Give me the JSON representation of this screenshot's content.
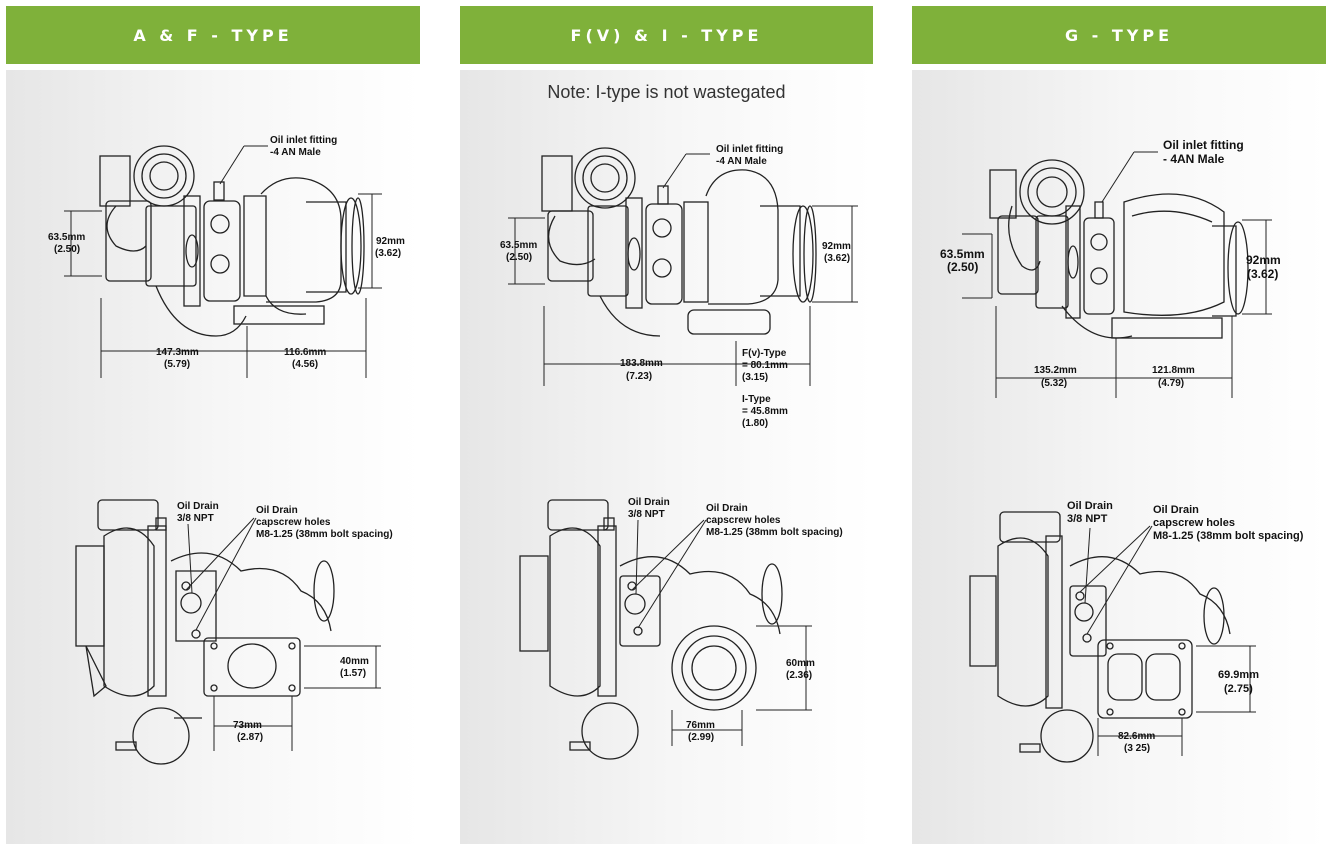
{
  "panels": [
    {
      "title": "A & F - TYPE",
      "top": {
        "oil_inlet_line1": "Oil inlet fitting",
        "oil_inlet_line2": "-4 AN Male",
        "left_dim_mm": "63.5mm",
        "left_dim_in": "(2.50)",
        "right_dim_mm": "92mm",
        "right_dim_in": "(3.62)",
        "bottom_left_mm": "147.3mm",
        "bottom_left_in": "(5.79)",
        "bottom_right_mm": "116.6mm",
        "bottom_right_in": "(4.56)"
      },
      "bottom": {
        "oil_drain_line1": "Oil Drain",
        "oil_drain_line2": "3/8 NPT",
        "caps_line1": "Oil Drain",
        "caps_line2": "capscrew holes",
        "caps_line3": "M8-1.25 (38mm bolt spacing)",
        "side_mm": "40mm",
        "side_in": "(1.57)",
        "bottom_mm": "73mm",
        "bottom_in": "(2.87)"
      }
    },
    {
      "title": "F(V) & I - TYPE",
      "note": "Note: I-type is not wastegated",
      "top": {
        "oil_inlet_line1": "Oil inlet fitting",
        "oil_inlet_line2": "-4 AN Male",
        "left_dim_mm": "63.5mm",
        "left_dim_in": "(2.50)",
        "right_dim_mm": "92mm",
        "right_dim_in": "(3.62)",
        "bottom_left_mm": "183.8mm",
        "bottom_left_in": "(7.23)",
        "fv_line1": "F(v)-Type",
        "fv_line2": "= 80.1mm",
        "fv_line3": "(3.15)",
        "i_line1": "I-Type",
        "i_line2": "= 45.8mm",
        "i_line3": "(1.80)"
      },
      "bottom": {
        "oil_drain_line1": "Oil Drain",
        "oil_drain_line2": "3/8 NPT",
        "caps_line1": "Oil Drain",
        "caps_line2": "capscrew holes",
        "caps_line3": "M8-1.25 (38mm bolt spacing)",
        "side_mm": "60mm",
        "side_in": "(2.36)",
        "bottom_mm": "76mm",
        "bottom_in": "(2.99)"
      }
    },
    {
      "title": "G - TYPE",
      "top": {
        "oil_inlet_line1": "Oil inlet fitting",
        "oil_inlet_line2": "- 4AN Male",
        "left_dim_mm": "63.5mm",
        "left_dim_in": "(2.50)",
        "right_dim_mm": "92mm",
        "right_dim_in": "(3.62)",
        "bottom_left_mm": "135.2mm",
        "bottom_left_in": "(5.32)",
        "bottom_right_mm": "121.8mm",
        "bottom_right_in": "(4.79)"
      },
      "bottom": {
        "oil_drain_line1": "Oil Drain",
        "oil_drain_line2": "3/8 NPT",
        "caps_line1": "Oil Drain",
        "caps_line2": "capscrew holes",
        "caps_line3": "M8-1.25 (38mm bolt spacing)",
        "side_mm": "69.9mm",
        "side_in": "(2.75)",
        "bottom_mm": "82.6mm",
        "bottom_in": "(3 25)"
      }
    }
  ]
}
